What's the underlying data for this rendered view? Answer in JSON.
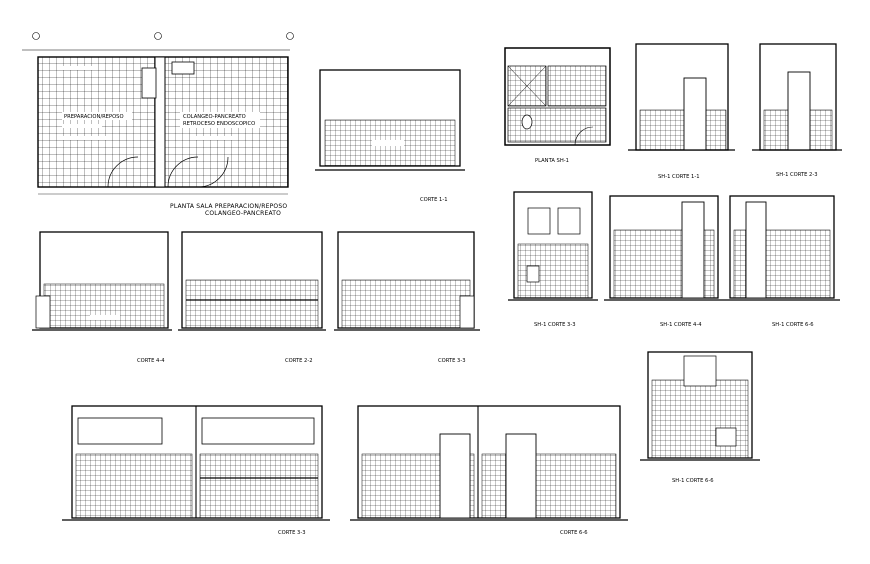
{
  "sheet": {
    "labels": {
      "plan_title_1": "PLANTA SALA PREPARACION/REPOSO",
      "plan_title_2": "COLANGEO-PANCREATO",
      "room_1": "PREPARACION/REPOSO",
      "room_2_a": "COLANGEO-PANCREATO",
      "room_2_b": "RETROCESO ENDOSCOPICO",
      "planta_sh1": "PLANTA SH-1",
      "corte_1_1": "CORTE 1-1",
      "corte_4_4": "CORTE 4-4",
      "corte_2_2": "CORTE 2-2",
      "corte_3_3_top": "CORTE 3-3",
      "sh1_corte_1_1": "SH-1 CORTE 1-1",
      "sh1_corte_2_3": "SH-1 CORTE 2-3",
      "sh1_corte_3_3": "SH-1 CORTE 3-3",
      "sh1_corte_4_4": "SH-1 CORTE 4-4",
      "sh1_corte_6_6": "SH-1 CORTE 6-6",
      "sh1_corte_6_6_b": "SH-1 CORTE 6-6",
      "corte_3_3_bottom": "CORTE 3-3",
      "corte_6_6_bottom": "CORTE 6-6"
    },
    "colors": {
      "ink": "#000000",
      "paper": "#ffffff"
    }
  }
}
